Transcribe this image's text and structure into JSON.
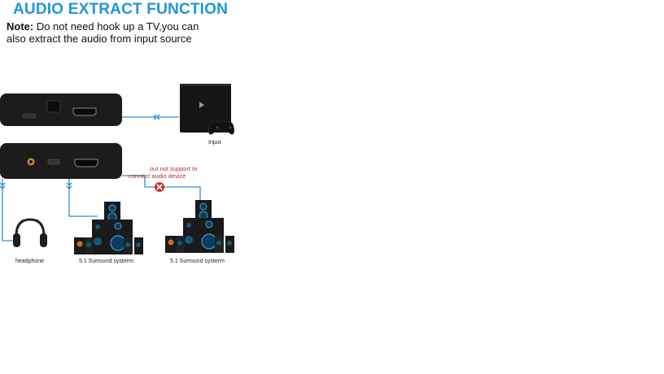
{
  "title": "AUDIO EXTRACT FUNCTION",
  "note": {
    "label": "Note:",
    "line1": " Do not need hook up a TV,you can",
    "line2": "also extract the audio from input source"
  },
  "captions": {
    "input": "Input",
    "headphone": "headphone",
    "surround_left": "5.1 Surround systerm",
    "surround_right": "5.1 Surround systerm"
  },
  "warning": {
    "line1": "out not support to",
    "line2": "connect audio device"
  },
  "colors": {
    "title": "#2196d8",
    "cable": "#2f8fd0",
    "warning": "#c0272d",
    "device": "#1c1c1c"
  }
}
